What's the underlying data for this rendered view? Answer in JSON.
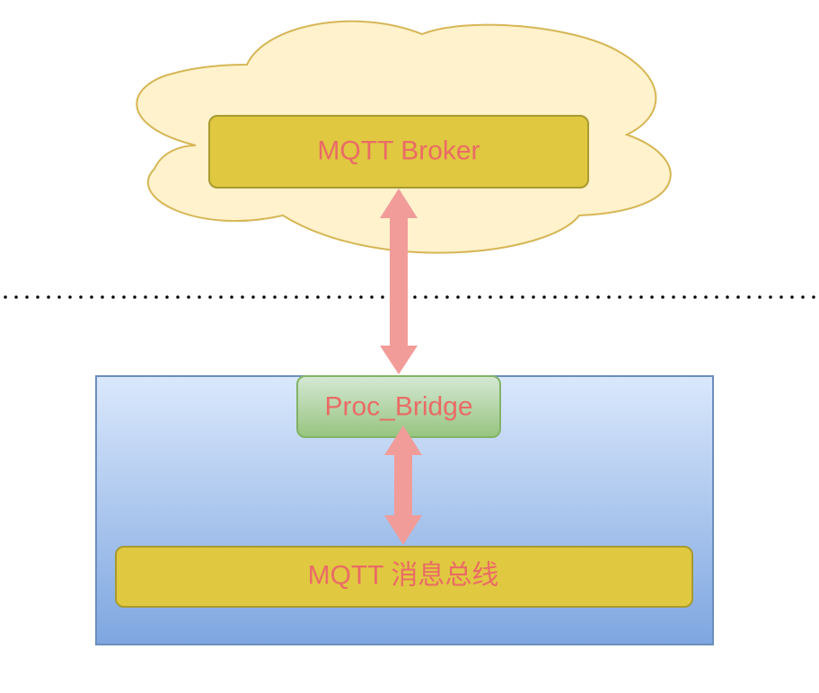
{
  "nodes": {
    "broker": {
      "label": "MQTT Broker"
    },
    "bridge": {
      "label": "Proc_Bridge"
    },
    "bus": {
      "label": "MQTT 消息总线"
    }
  },
  "colors": {
    "cloud_fill": "#fff2cc",
    "cloud_stroke": "#d6b656",
    "yellow_box_fill": "#e0c840",
    "yellow_box_stroke": "#a89a30",
    "bridge_fill_top": "#d5e8d4",
    "bridge_fill_bottom": "#97c47f",
    "bridge_stroke": "#82b366",
    "container_fill_top": "#dae8fc",
    "container_fill_bottom": "#7ea6e0",
    "container_stroke": "#6c8ebf",
    "arrow": "#f19c99",
    "text": "#ea6b66",
    "divider": "#000000"
  }
}
